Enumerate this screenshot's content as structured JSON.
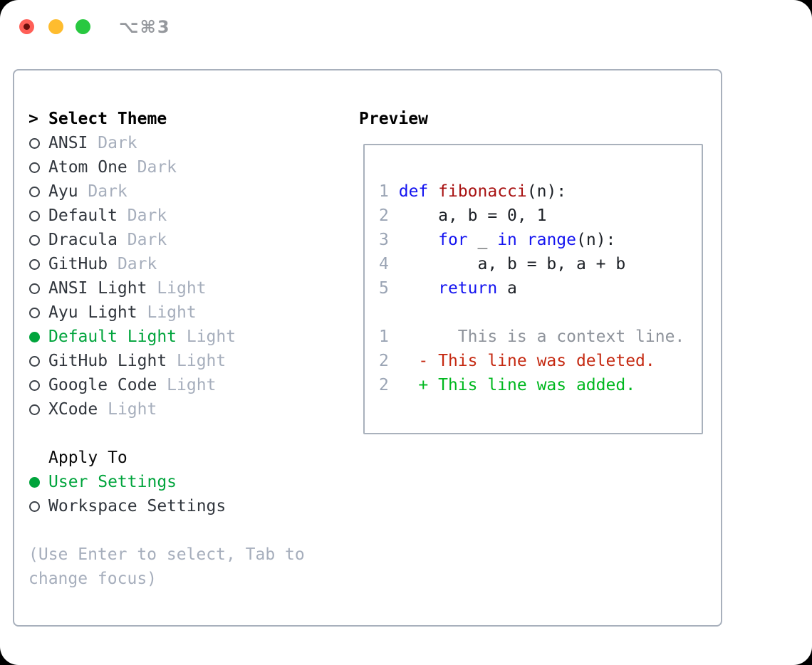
{
  "titlebar": {
    "shortcut": "⌥⌘3"
  },
  "colors": {
    "accent_green": "#00a43c",
    "diff_add_green": "#00b81f",
    "diff_del_red": "#c52a12",
    "keyword_blue": "#1414f0",
    "function_red": "#a81212",
    "line_number_gray": "#9aa4b4",
    "context_gray": "#8e939b",
    "muted_gray": "#a6aebc",
    "panel_border": "#a8b0bc",
    "traffic_red": "#ff5f57",
    "traffic_yellow": "#febc2e",
    "traffic_green": "#28c840"
  },
  "theme_picker": {
    "header_prompt": ">",
    "header_label": "Select Theme",
    "themes": [
      {
        "name": "ANSI",
        "tag": "Dark",
        "selected": false
      },
      {
        "name": "Atom One",
        "tag": "Dark",
        "selected": false
      },
      {
        "name": "Ayu",
        "tag": "Dark",
        "selected": false
      },
      {
        "name": "Default",
        "tag": "Dark",
        "selected": false
      },
      {
        "name": "Dracula",
        "tag": "Dark",
        "selected": false
      },
      {
        "name": "GitHub",
        "tag": "Dark",
        "selected": false
      },
      {
        "name": "ANSI Light",
        "tag": "Light",
        "selected": false
      },
      {
        "name": "Ayu Light",
        "tag": "Light",
        "selected": false
      },
      {
        "name": "Default Light",
        "tag": "Light",
        "selected": true
      },
      {
        "name": "GitHub Light",
        "tag": "Light",
        "selected": false
      },
      {
        "name": "Google Code",
        "tag": "Light",
        "selected": false
      },
      {
        "name": "XCode",
        "tag": "Light",
        "selected": false
      }
    ],
    "apply_to": {
      "label": "Apply To",
      "options": [
        {
          "name": "User Settings",
          "selected": true
        },
        {
          "name": "Workspace Settings",
          "selected": false
        }
      ]
    },
    "hint_lines": [
      "(Use Enter to select, Tab to",
      "change focus)"
    ]
  },
  "preview": {
    "label": "Preview",
    "lines": [
      [
        [
          "num",
          "1"
        ],
        [
          "plain",
          " "
        ],
        [
          "kw",
          "def"
        ],
        [
          "plain",
          " "
        ],
        [
          "fn",
          "fibonacci"
        ],
        [
          "plain",
          "(n):"
        ]
      ],
      [
        [
          "num",
          "2"
        ],
        [
          "plain",
          "     a, b = 0, 1"
        ]
      ],
      [
        [
          "num",
          "3"
        ],
        [
          "plain",
          "     "
        ],
        [
          "kw",
          "for"
        ],
        [
          "plain",
          " _ "
        ],
        [
          "kw",
          "in"
        ],
        [
          "plain",
          " "
        ],
        [
          "kw",
          "range"
        ],
        [
          "plain",
          "(n):"
        ]
      ],
      [
        [
          "num",
          "4"
        ],
        [
          "plain",
          "         a, b = b, a + b"
        ]
      ],
      [
        [
          "num",
          "5"
        ],
        [
          "plain",
          "     "
        ],
        [
          "kw",
          "return"
        ],
        [
          "plain",
          " a"
        ]
      ],
      [],
      [
        [
          "num",
          "1"
        ],
        [
          "ctx",
          "       This is a context line."
        ]
      ],
      [
        [
          "num",
          "2"
        ],
        [
          "del",
          "   - This line was deleted."
        ]
      ],
      [
        [
          "num",
          "2"
        ],
        [
          "add",
          "   + This line was added."
        ]
      ]
    ]
  }
}
